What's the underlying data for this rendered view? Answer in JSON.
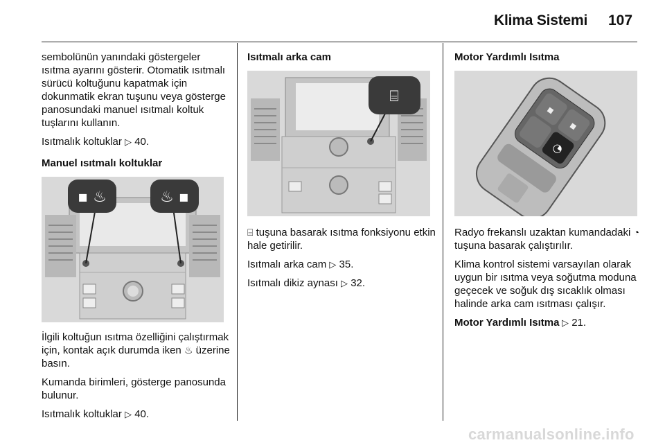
{
  "header": {
    "title": "Klima Sistemi",
    "page": "107"
  },
  "col1": {
    "intro": "sembolünün yanındaki göstergeler ısıtma ayarını gösterir. Otomatik ısıtmalı sürücü koltuğunu kapatmak için dokunmatik ekran tuşunu veya gösterge panosundaki manuel ısıtmalı koltuk tuşlarını kullanın.",
    "ref1": "Isıtmalık koltuklar ",
    "ref1_page": " 40.",
    "heading": "Manuel ısıtmalı koltuklar",
    "p1a": "İlgili koltuğun ısıtma özelliğini çalıştırmak için, kontak açık durumda iken ",
    "p1b": " üzerine basın.",
    "p2": "Kumanda birimleri, gösterge panosunda bulunur.",
    "ref2": "Isıtmalık koltuklar ",
    "ref2_page": " 40."
  },
  "col2": {
    "heading": "Isıtmalı arka cam",
    "p1": " tuşuna basarak ısıtma fonksiyonu etkin hale getirilir.",
    "ref1": "Isıtmalı arka cam ",
    "ref1_page": " 35.",
    "ref2": "Isıtmalı dikiz aynası ",
    "ref2_page": " 32."
  },
  "col3": {
    "heading": "Motor Yardımlı Isıtma",
    "p1a": "Radyo frekanslı uzaktan kumandadaki ",
    "p1b": " tuşuna basarak çalıştırılır.",
    "p2": "Klima kontrol sistemi varsayılan olarak uygun bir ısıtma veya soğutma moduna geçecek ve soğuk dış sıcaklık olması halinde arka cam ısıtması çalışır.",
    "ref_bold": "Motor Yardımlı Isıtma",
    "ref_page": " 21."
  },
  "icons": {
    "arrow": "ref-arrow-icon",
    "seat_heat": "seat-heat-icon",
    "rear_defrost": "rear-defrost-icon",
    "remote_heat": "remote-heat-icon"
  },
  "watermark": "carmanualsonline.info"
}
